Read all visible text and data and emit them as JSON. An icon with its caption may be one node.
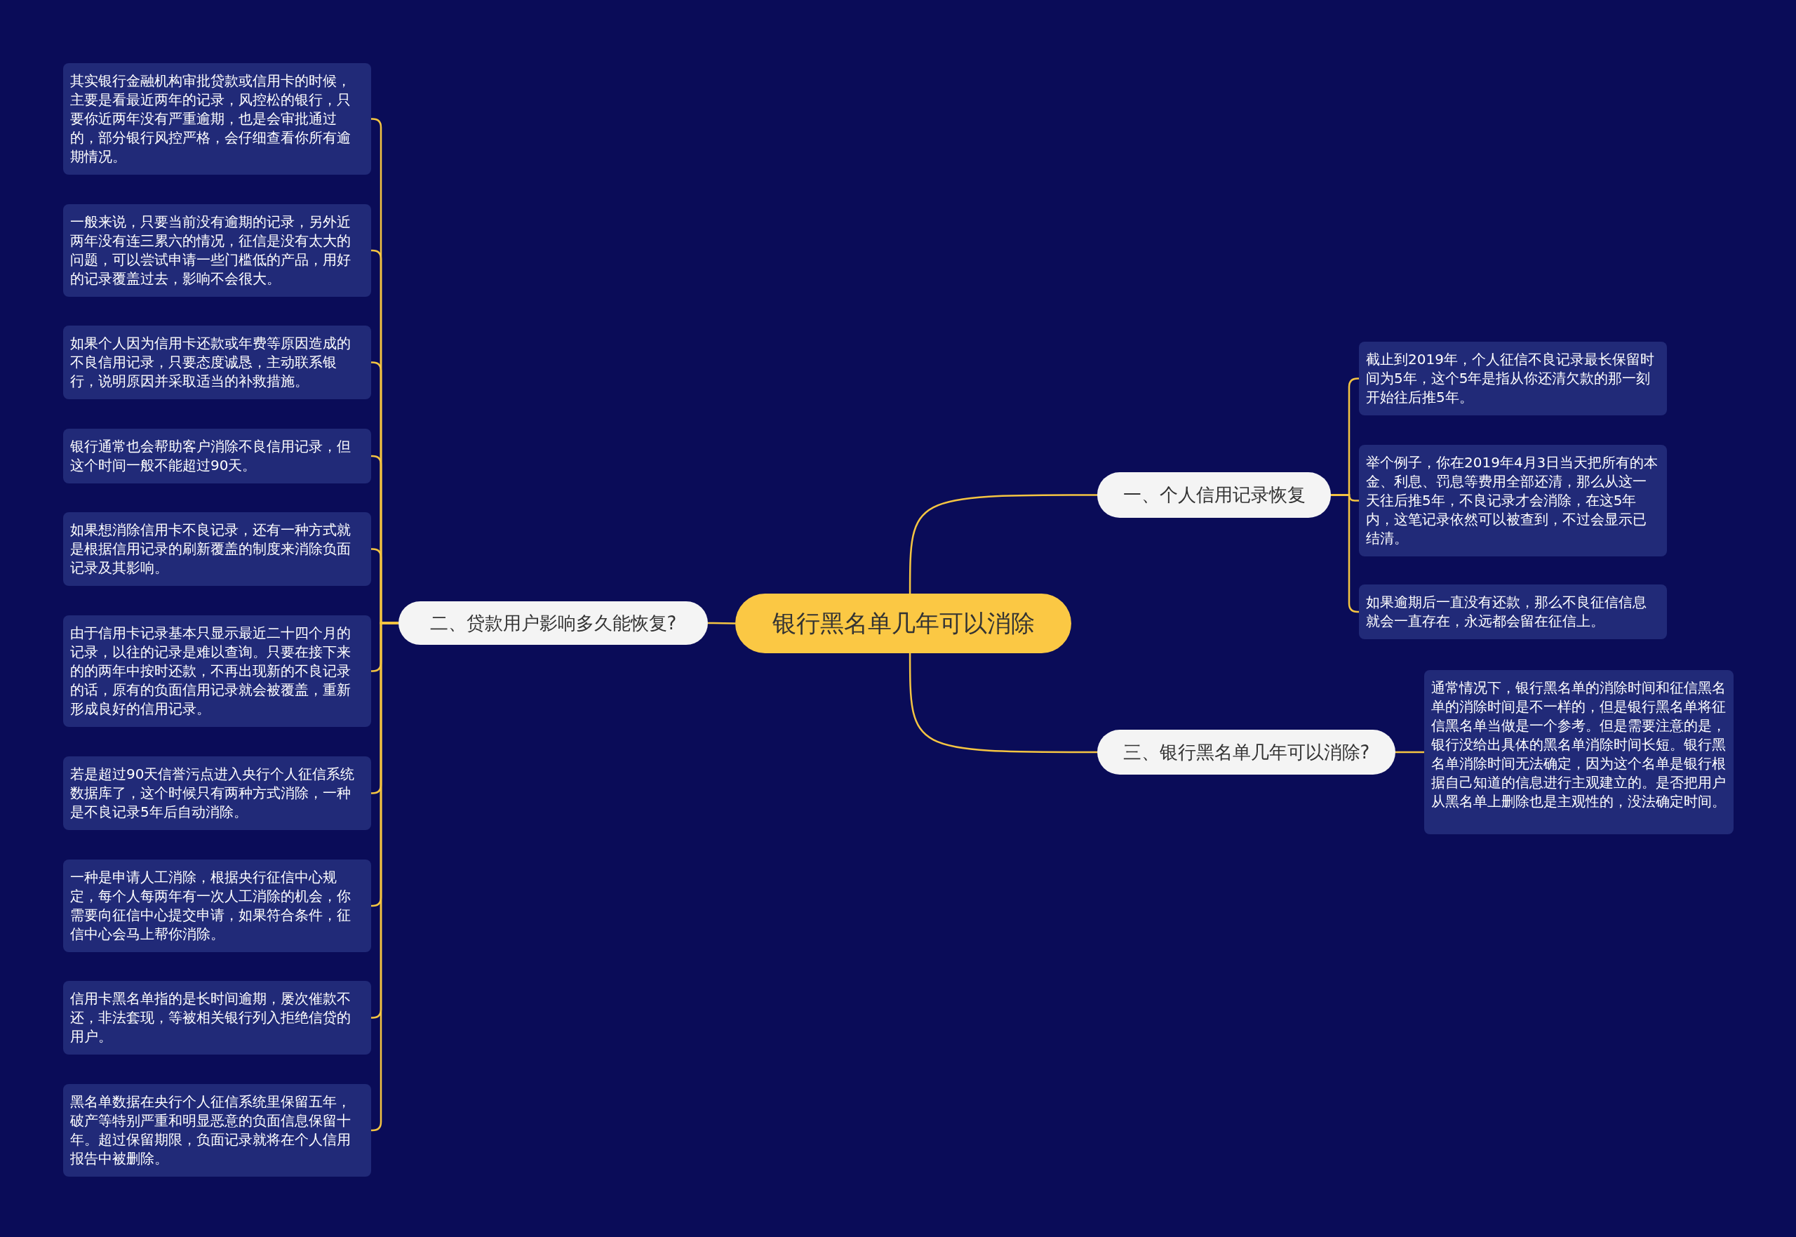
{
  "diagram": {
    "nodes": [
      {
        "text": [
          "银行黑名单几年可以消除"
        ]
      },
      {
        "text": [
          "一、个人信用记录恢复"
        ]
      },
      {
        "text": [
          "截止到2019年，个人征信不良记录最长保留时间为5年，这个5年是指从你还清欠款的那一刻开始往后推5年。"
        ]
      },
      {
        "text": [
          "举个例子，你在2019年4月3日当天把所有的本金、利息、罚息等费用全部还清，那么从这一天往后推5年，不良记录才会消除，在这5年内，这笔记录依然可以被查到，不过会显示已结清。"
        ]
      },
      {
        "text": [
          "如果逾期后一直没有还款，那么不良征信信息就会一直存在，永远都会留在征信上。"
        ]
      },
      {
        "text": [
          "二、贷款用户影响多久能恢复?"
        ]
      },
      {
        "text": [
          "其实银行金融机构审批贷款或信用卡的时候，主要是看最近两年的记录，风控松的银行，只要你近两年没有严重逾期，也是会审批通过的，部分银行风控严格，会仔细查看你所有逾期情况。"
        ]
      },
      {
        "text": [
          "一般来说，只要当前没有逾期的记录，另外近两年没有连三累六的情况，征信是没有太大的问题，可以尝试申请一些门槛低的产品，用好的记录覆盖过去，影响不会很大。"
        ]
      },
      {
        "text": [
          "如果个人因为信用卡还款或年费等原因造成的不良信用记录，只要态度诚恳，主动联系银行，说明原因并采取适当的补救措施。"
        ]
      },
      {
        "text": [
          "银行通常也会帮助客户消除不良信用记录，但这个时间一般不能超过90天。"
        ]
      },
      {
        "text": [
          "如果想消除信用卡不良记录，还有一种方式就是根据信用记录的刷新覆盖的制度来消除负面记录及其影响。"
        ]
      },
      {
        "text": [
          "由于信用卡记录基本只显示最近二十四个月的记录，以往的记录是难以查询。只要在接下来的的两年中按时还款，不再出现新的不良记录的话，原有的负面信用记录就会被覆盖，重新形成良好的信用记录。"
        ]
      },
      {
        "text": [
          "若是超过90天信誉污点进入央行个人征信系统数据库了，这个时候只有两种方式消除，一种是不良记录5年后自动消除。"
        ]
      },
      {
        "text": [
          "一种是申请人工消除，根据央行征信中心规定，每个人每两年有一次人工消除的机会，你需要向征信中心提交申请，如果符合条件，征信中心会马上帮你消除。"
        ]
      },
      {
        "text": [
          "信用卡黑名单指的是长时间逾期，屡次催款不还，非法套现，等被相关银行列入拒绝信贷的用户。"
        ]
      },
      {
        "text": [
          "黑名单数据在央行个人征信系统里保留五年，破产等特别严重和明显恶意的负面信息保留十年。超过保留期限，负面记录就将在个人信用报告中被删除。"
        ]
      },
      {
        "text": [
          "三、银行黑名单几年可以消除?"
        ]
      },
      {
        "text": [
          "通常情况下，银行黑名单的消除时间和征信黑名单的消除时间是不一样的，但是银行黑名单将征信黑名单当做是一个参考。但是需要注意的是，银行没给出具体的黑名单消除时间长短。银行黑名单消除时间无法确定，因为这个名单是银行根据自己知道的信息进行主观建立的。是否把用户从黑名单上删除也是主观性的，没法确定时间。"
        ]
      }
    ],
    "edges": [
      {
        "from": 0,
        "to": 1,
        "arrow": "none"
      },
      {
        "from": 1,
        "to": 2,
        "arrow": "none"
      },
      {
        "from": 1,
        "to": 3,
        "arrow": "none"
      },
      {
        "from": 1,
        "to": 4,
        "arrow": "none"
      },
      {
        "from": 0,
        "to": 5,
        "arrow": "none"
      },
      {
        "from": 5,
        "to": 6,
        "arrow": "none"
      },
      {
        "from": 5,
        "to": 7,
        "arrow": "none"
      },
      {
        "from": 5,
        "to": 8,
        "arrow": "none"
      },
      {
        "from": 5,
        "to": 9,
        "arrow": "none"
      },
      {
        "from": 5,
        "to": 10,
        "arrow": "none"
      },
      {
        "from": 5,
        "to": 11,
        "arrow": "none"
      },
      {
        "from": 5,
        "to": 12,
        "arrow": "none"
      },
      {
        "from": 5,
        "to": 13,
        "arrow": "none"
      },
      {
        "from": 5,
        "to": 14,
        "arrow": "none"
      },
      {
        "from": 5,
        "to": 15,
        "arrow": "none"
      },
      {
        "from": 0,
        "to": 16,
        "arrow": "none"
      },
      {
        "from": 16,
        "to": 17,
        "arrow": "none"
      }
    ]
  }
}
